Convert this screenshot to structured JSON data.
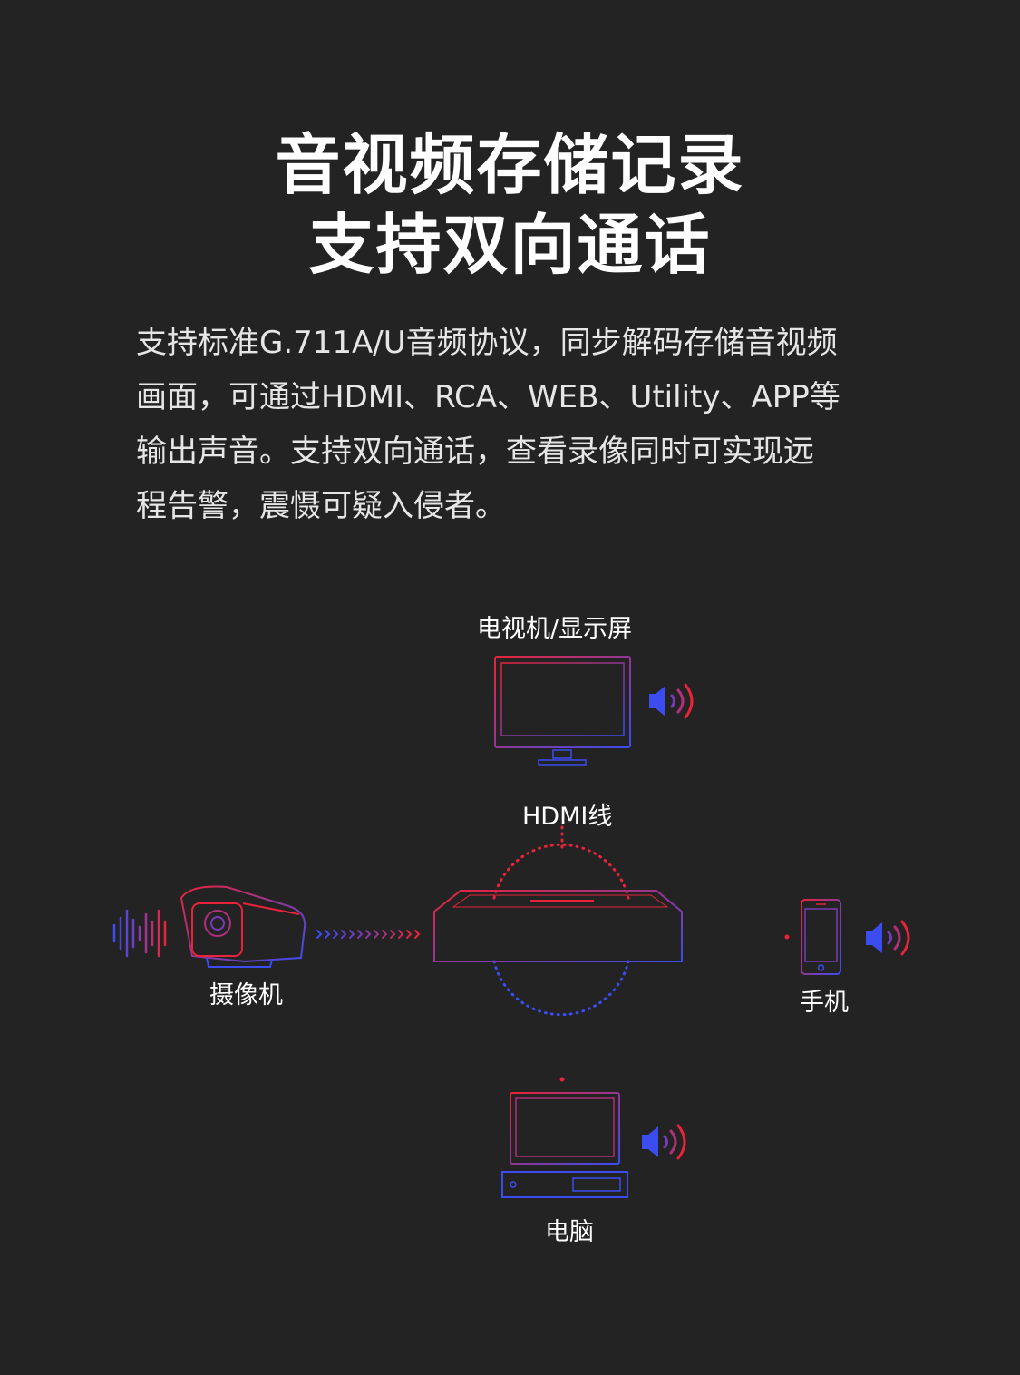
{
  "headline": {
    "line1": "音视频存储记录",
    "line2": "支持双向通话"
  },
  "description": {
    "lines": [
      "支持标准G.711A/U音频协议，同步解码存储音视频",
      "画面，可通过HDMI、RCA、WEB、Utility、APP等",
      "输出声音。支持双向通话，查看录像同时可实现远",
      "程告警，震慑可疑入侵者。"
    ]
  },
  "diagram": {
    "tv_label": "电视机/显示屏",
    "hdmi_label": "HDMI线",
    "camera_label": "摄像机",
    "phone_label": "手机",
    "pc_label": "电脑",
    "icons": [
      "sound-wave-icon",
      "speaker-icon",
      "camera-icon",
      "nvr-icon",
      "tv-icon",
      "phone-icon",
      "pc-icon"
    ]
  },
  "colors": {
    "background": "#232324",
    "accent_red": "#e8233a",
    "accent_blue": "#3b4cf0",
    "accent_purple": "#7a3ab8"
  }
}
